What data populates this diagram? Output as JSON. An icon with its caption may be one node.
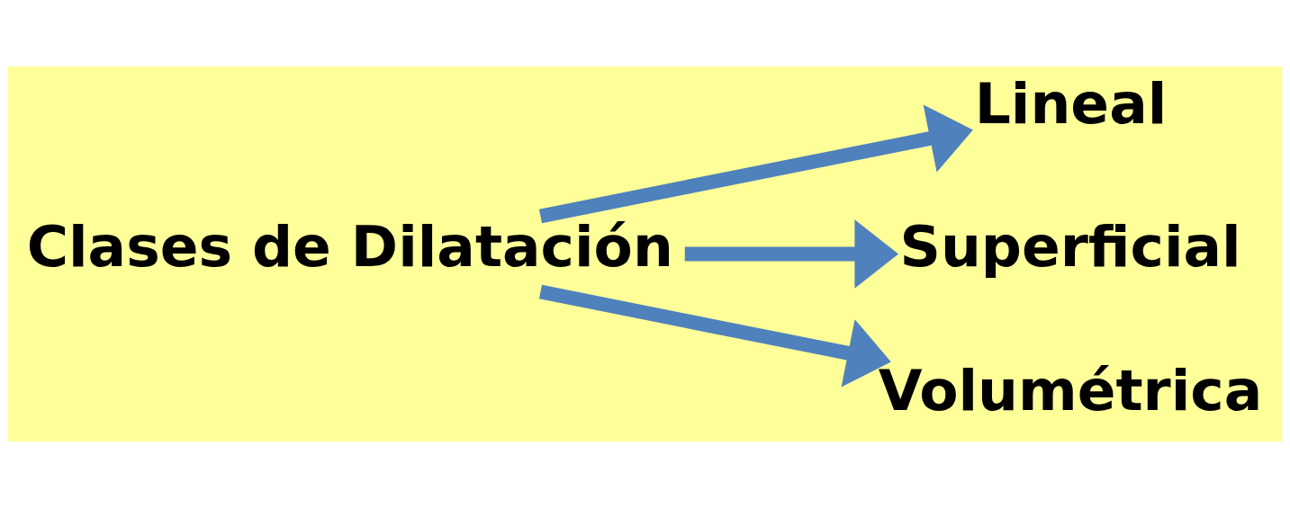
{
  "diagram": {
    "nodes": [
      {
        "text": [
          "Clases de Dilatación"
        ]
      },
      {
        "text": [
          "Lineal"
        ]
      },
      {
        "text": [
          "Superficial"
        ]
      },
      {
        "text": [
          "Volumétrica"
        ]
      }
    ],
    "edges": [
      {
        "from": 0,
        "to": 1,
        "arrow": "to"
      },
      {
        "from": 0,
        "to": 2,
        "arrow": "to"
      },
      {
        "from": 0,
        "to": 3,
        "arrow": "to"
      }
    ]
  }
}
